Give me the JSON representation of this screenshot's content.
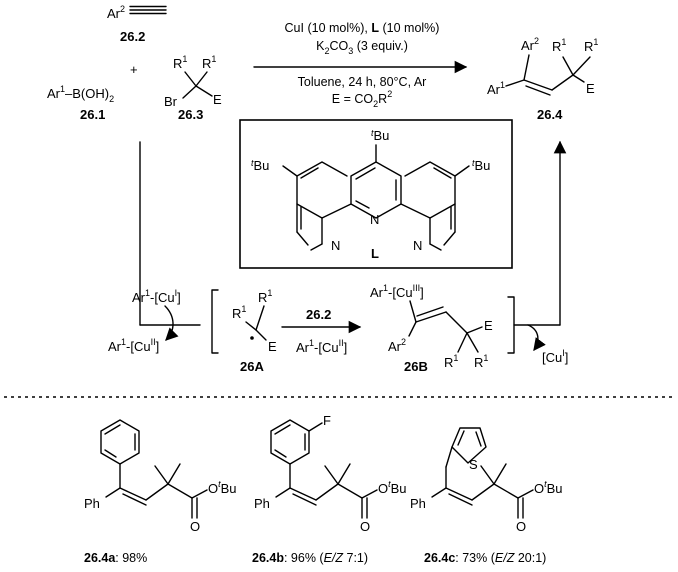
{
  "reagents": {
    "alkyne": {
      "pre": "Ar",
      "sup": "2",
      "id": "26.2"
    },
    "plus": "+",
    "boronic": {
      "pre": "Ar",
      "sup": "1",
      "post": "–B(OH)",
      "sub": "2",
      "id": "26.1"
    },
    "bromide": {
      "r": "R",
      "rsup": "1",
      "br": "Br",
      "e": "E",
      "id": "26.3"
    }
  },
  "conditions": {
    "line1_pre": "CuI (10 mol%), ",
    "line1_bold": "L",
    "line1_post": " (10 mol%)",
    "line2_pre": "K",
    "line2_sub": "2",
    "line2_mid": "CO",
    "line2_sub2": "3",
    "line2_post": " (3 equiv.)",
    "line3": "Toluene, 24 h, 80°C, Ar",
    "line4_pre": "E = CO",
    "line4_sub": "2",
    "line4_mid": "R",
    "line4_sup": "2"
  },
  "product": {
    "ar2": "Ar",
    "ar2sup": "2",
    "ar1": "Ar",
    "ar1sup": "1",
    "r": "R",
    "rsup": "1",
    "e": "E",
    "id": "26.4"
  },
  "ligand": {
    "tbu_t": "t",
    "tbu": "Bu",
    "n": "N",
    "id": "L"
  },
  "mechanism": {
    "cu1_pre": "Ar",
    "cu1_sup": "1",
    "cu1_mid": "-[Cu",
    "cu1_ox": "I",
    "cu1_post": "]",
    "cu2_pre": "Ar",
    "cu2_sup": "1",
    "cu2_mid": "-[Cu",
    "cu2_ox": "II",
    "cu2_post": "]",
    "radical_r": "R",
    "radical_rsup": "1",
    "radical_e": "E",
    "radical_id": "26A",
    "step_reagent": "26.2",
    "step_cu_pre": "Ar",
    "step_cu_sup": "1",
    "step_cu_mid": "-[Cu",
    "step_cu_ox": "II",
    "step_cu_post": "]",
    "b_pre": "Ar",
    "b_sup": "1",
    "b_mid": "-[Cu",
    "b_ox": "III",
    "b_post": "]",
    "b_ar2": "Ar",
    "b_ar2sup": "2",
    "b_r": "R",
    "b_rsup": "1",
    "b_e": "E",
    "b_id": "26B",
    "cuI_pre": "[Cu",
    "cuI_ox": "I",
    "cuI_post": "]"
  },
  "examples": [
    {
      "id": "26.4a",
      "yield": ": 98%",
      "ph": "Ph",
      "ot": "O",
      "tsup": "t",
      "bu": "Bu",
      "o": "O"
    },
    {
      "id": "26.4b",
      "yield_pre": ": 96% (",
      "ez": "E/Z",
      "yield_post": " 7:1)",
      "ph": "Ph",
      "f": "F",
      "ot": "O",
      "tsup": "t",
      "bu": "Bu",
      "o": "O"
    },
    {
      "id": "26.4c",
      "yield_pre": ": 73% (",
      "ez": "E/Z",
      "yield_post": " 20:1)",
      "ph": "Ph",
      "s": "S",
      "ot": "O",
      "tsup": "t",
      "bu": "Bu",
      "o": "O"
    }
  ]
}
